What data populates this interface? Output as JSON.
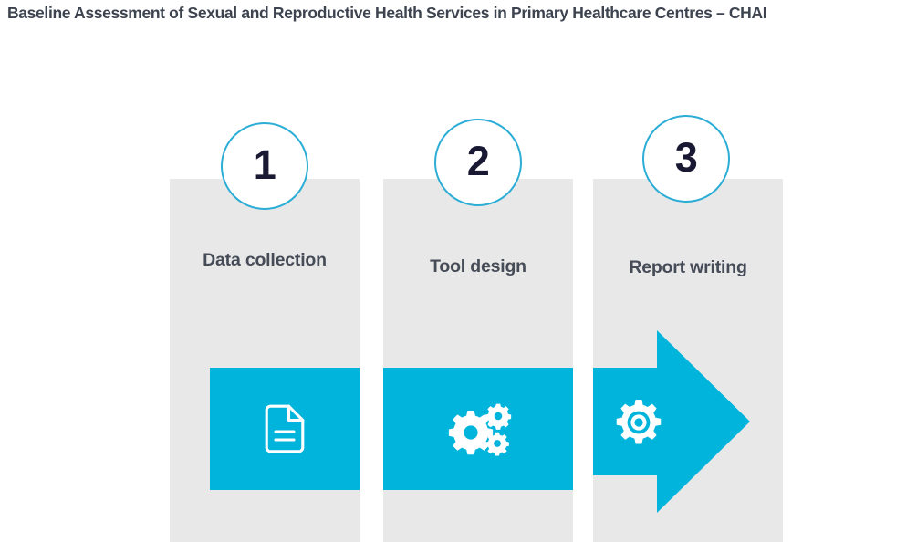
{
  "slide": {
    "title": "Baseline Assessment of Sexual and Reproductive Health Services in Primary Healthcare Centres – CHAI",
    "background_color": "#ffffff"
  },
  "theme": {
    "accent_color": "#00b4dc",
    "circle_stroke_color": "#2badd6",
    "panel_color": "#e8e8e8",
    "number_color": "#191933",
    "label_color": "#454b57",
    "title_color": "#3d4450",
    "icon_color": "#ffffff"
  },
  "diagram": {
    "type": "three-step-process",
    "steps": [
      {
        "number": "1",
        "label": "Data collection",
        "icon": "document-icon",
        "shape": "rectangle"
      },
      {
        "number": "2",
        "label": "Tool design",
        "icon": "gears-icon",
        "shape": "rectangle"
      },
      {
        "number": "3",
        "label": "Report writing",
        "icon": "gear-icon",
        "shape": "arrow-right"
      }
    ]
  }
}
